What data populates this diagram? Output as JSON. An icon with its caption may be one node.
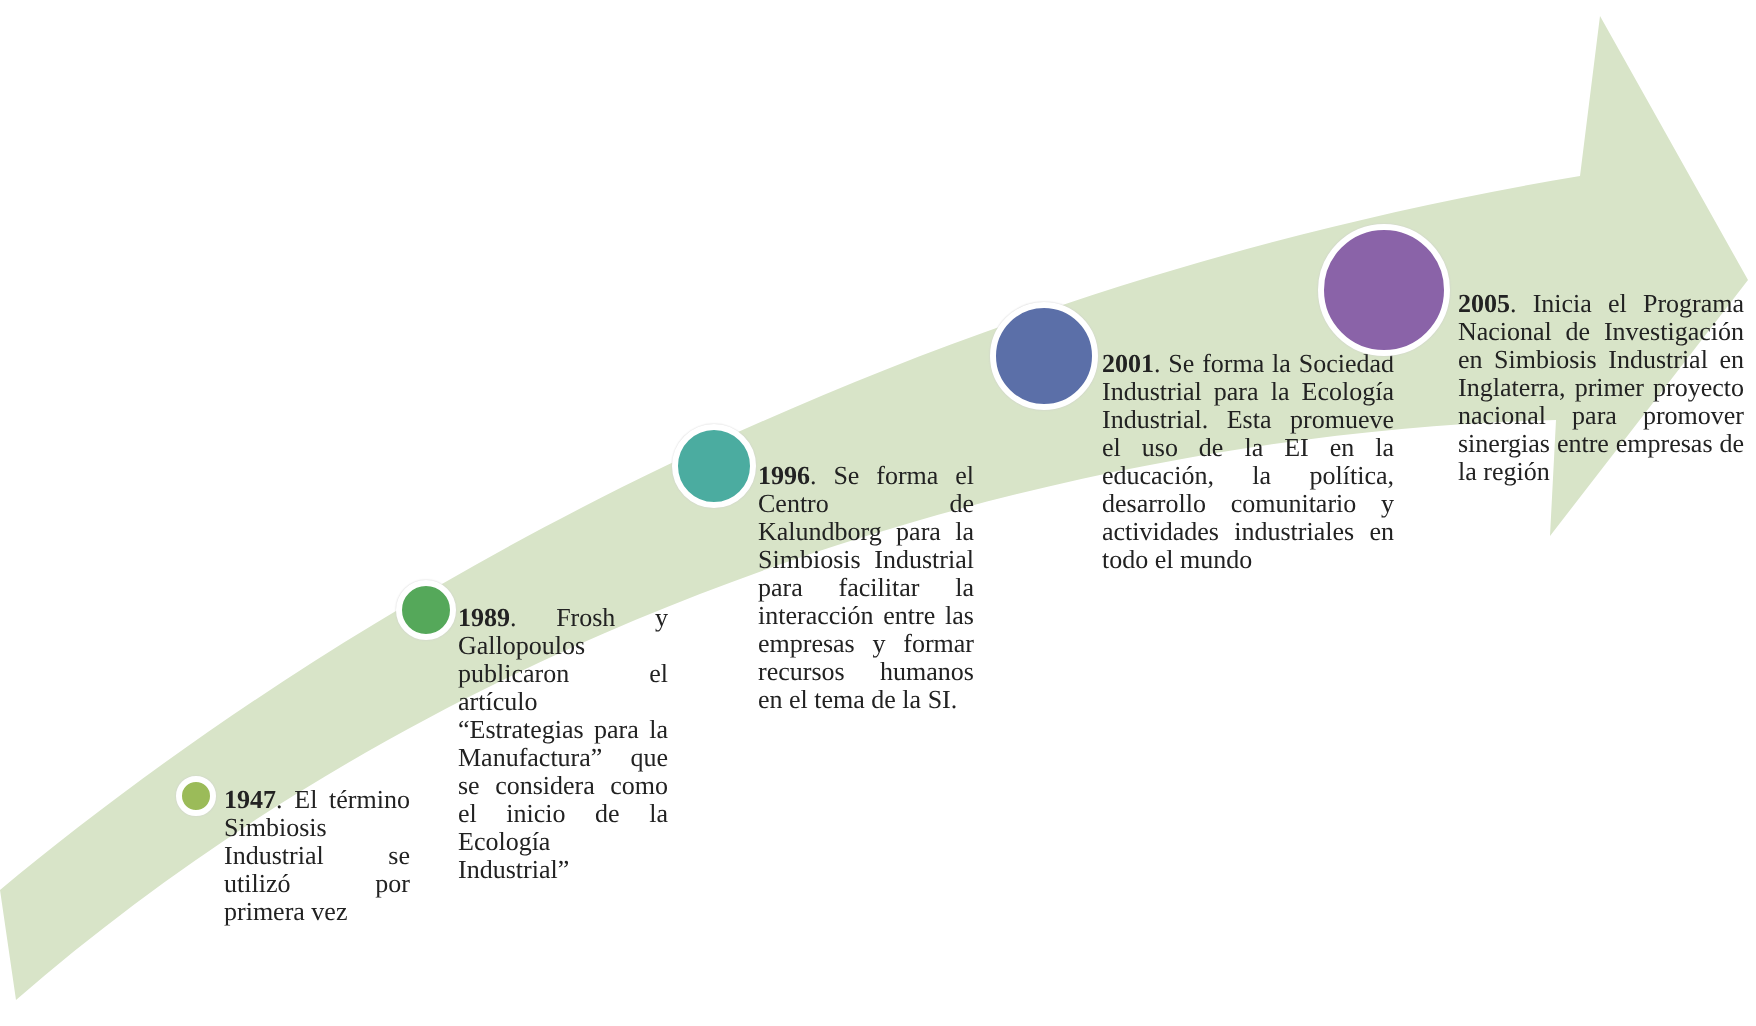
{
  "diagram": {
    "nodes": [
      {
        "text": [],
        "shape": "circle",
        "beside": [
          "**1947**. El término Simbiosis Industrial se utilizó por primera vez"
        ]
      },
      {
        "text": [],
        "shape": "circle",
        "beside": [
          "**1989**. Frosh y Gallopoulos publicaron el artículo “Estrategias para la Manufactura” que se considera como el inicio de la Ecología Industrial”"
        ]
      },
      {
        "text": [],
        "shape": "circle",
        "beside": [
          "**1996**. Se forma el Centro de Kalundborg para la Simbiosis Industrial para facilitar la interacción entre las empresas y formar recursos humanos en el tema de la SI."
        ]
      },
      {
        "text": [],
        "shape": "circle",
        "beside": [
          "**2001**. Se forma la Sociedad Industrial para la Ecología Industrial. Esta promueve el uso de la EI en la educación, la política, desarrollo comunitario y actividades industriales en todo el mundo"
        ]
      },
      {
        "text": [],
        "shape": "circle",
        "beside": [
          "**2005**. Inicia el Programa Nacional de Investigación en Simbiosis Industrial en Inglaterra, primer proyecto nacional para promover sinergias entre empresas de la región"
        ]
      }
    ],
    "edges": []
  }
}
